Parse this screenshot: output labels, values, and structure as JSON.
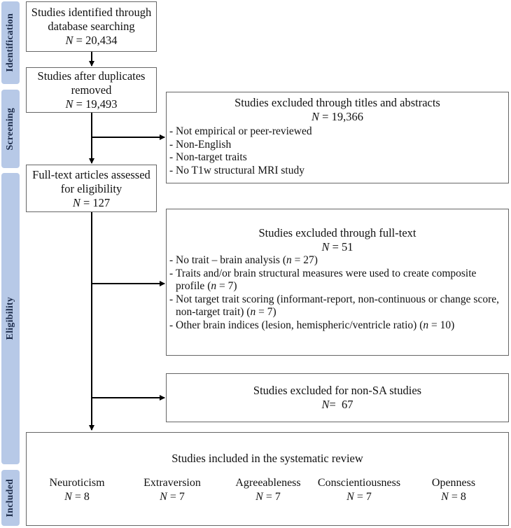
{
  "phases": [
    "Identification",
    "Screening",
    "Eligibility",
    "Included"
  ],
  "identification": {
    "line1": "Studies identified through",
    "line2": "database searching",
    "n": "= 20,434"
  },
  "after_duplicates": {
    "line1": "Studies after duplicates",
    "line2": "removed",
    "n": "= 19,493"
  },
  "excluded_titles": {
    "title": "Studies excluded through titles and abstracts",
    "n": "= 19,366",
    "reasons": [
      "Not empirical or peer-reviewed",
      "Non-English",
      "Non-target traits",
      "No T1w structural MRI study"
    ]
  },
  "full_text": {
    "line1": "Full-text articles assessed",
    "line2": "for eligibility",
    "n": "= 127"
  },
  "excluded_fulltext": {
    "title": "Studies excluded through full-text",
    "n": "= 51",
    "reasons": [
      {
        "a": "No trait – brain analysis (",
        "b": " = 27)"
      },
      {
        "a": "Traits and/or brain structural measures were used to create composite profile (",
        "b": " = 7)"
      },
      {
        "a": "Not target trait scoring (informant-report, non-continuous or change score, non-target trait) (",
        "b": " = 7)"
      },
      {
        "a": "Other brain indices (lesion, hemispheric/ventricle ratio) (",
        "b": " = 10)"
      }
    ]
  },
  "excluded_nonsa": {
    "title": "Studies excluded for non-SA studies",
    "n": "=  67"
  },
  "included": {
    "title": "Studies included in the systematic review",
    "traits": [
      {
        "name": "Neuroticism",
        "n": "= 8"
      },
      {
        "name": "Extraversion",
        "n": "= 7"
      },
      {
        "name": "Agreeableness",
        "n": "= 7"
      },
      {
        "name": "Conscientiousness",
        "n": "= 7"
      },
      {
        "name": "Openness",
        "n": "= 8"
      }
    ]
  },
  "symbols": {
    "N": "N",
    "n": "n"
  }
}
